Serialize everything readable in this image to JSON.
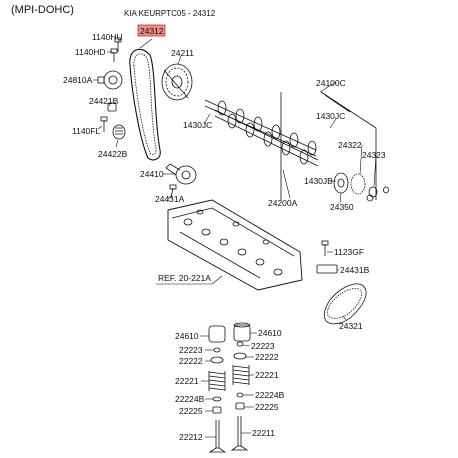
{
  "header": {
    "engine": "(MPI-DOHC)",
    "document": "KIA KEURPTC05 - 24312"
  },
  "highlight": {
    "part": "24312",
    "color": "#f08a86"
  },
  "labels": {
    "l24312": "24312",
    "l1140hu": "1140HU",
    "l1140hd": "1140HD",
    "l24211": "24211",
    "l24810a": "24810A",
    "l24421b": "24421B",
    "l1140fl": "1140FL",
    "l24422b": "24422B",
    "l1430jc_left": "1430JC",
    "l24100c": "24100C",
    "l1430jc_right": "1430JC",
    "l24322": "24322",
    "l24323": "24323",
    "l24410": "24410",
    "l24431a": "24431A",
    "l1430jb": "1430JB",
    "l24200a": "24200A",
    "l24350": "24350",
    "l1123gf": "1123GF",
    "l24431b": "24431B",
    "lref": "REF. 20-221A",
    "l24321": "24321",
    "l24610_left": "24610",
    "l24610_right": "24610",
    "l22223_left": "22223",
    "l22223_right": "22223",
    "l22222_left": "22222",
    "l22222_right": "22222",
    "l22221_left": "22221",
    "l22221_right": "22221",
    "l22224b_left": "22224B",
    "l22224b_right": "22224B",
    "l22225_left": "22225",
    "l22225_right": "22225",
    "l22212": "22212",
    "l22211": "22211"
  }
}
